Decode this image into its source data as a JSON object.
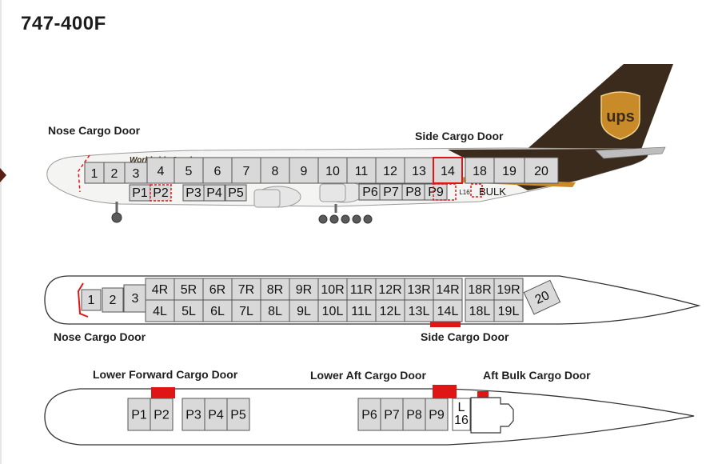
{
  "title": "747-400F",
  "labels": {
    "nose_door_top": "Nose Cargo Door",
    "side_door_top": "Side Cargo Door",
    "nose_door_mid": "Nose Cargo Door",
    "side_door_mid": "Side Cargo Door",
    "lower_fwd_door": "Lower Forward Cargo Door",
    "lower_aft_door": "Lower Aft Cargo Door",
    "aft_bulk_door": "Aft Bulk Cargo Door"
  },
  "livery": {
    "fuselage_text": "Worldwide Servi",
    "tail_logo": "ups",
    "colors": {
      "brown": "#3a2b1c",
      "gold": "#c98b2a",
      "door_red": "#e01616",
      "cell": "#d9d9d9"
    }
  },
  "side_view": {
    "main_deck": [
      "1",
      "2",
      "3",
      "4",
      "5",
      "6",
      "7",
      "8",
      "9",
      "10",
      "11",
      "12",
      "13",
      "14",
      "18",
      "19",
      "20"
    ],
    "lower_fwd": [
      "P1",
      "P2",
      "P3",
      "P4",
      "P5"
    ],
    "lower_aft": [
      "P6",
      "P7",
      "P8",
      "P9"
    ],
    "small_pos": "L16",
    "bulk": "BULK"
  },
  "top_view": {
    "nose": [
      "1",
      "2",
      "3"
    ],
    "right": [
      "4R",
      "5R",
      "6R",
      "7R",
      "8R",
      "9R",
      "10R",
      "11R",
      "12R",
      "13R",
      "14R",
      "18R",
      "19R"
    ],
    "left": [
      "4L",
      "5L",
      "6L",
      "7L",
      "8L",
      "9L",
      "10L",
      "11L",
      "12L",
      "13L",
      "14L",
      "18L",
      "19L"
    ],
    "tail": "20"
  },
  "lower_view": {
    "fwd": [
      "P1",
      "P2",
      "P3",
      "P4",
      "P5"
    ],
    "aft": [
      "P6",
      "P7",
      "P8",
      "P9"
    ],
    "small_top": "L",
    "small_bottom": "16"
  }
}
